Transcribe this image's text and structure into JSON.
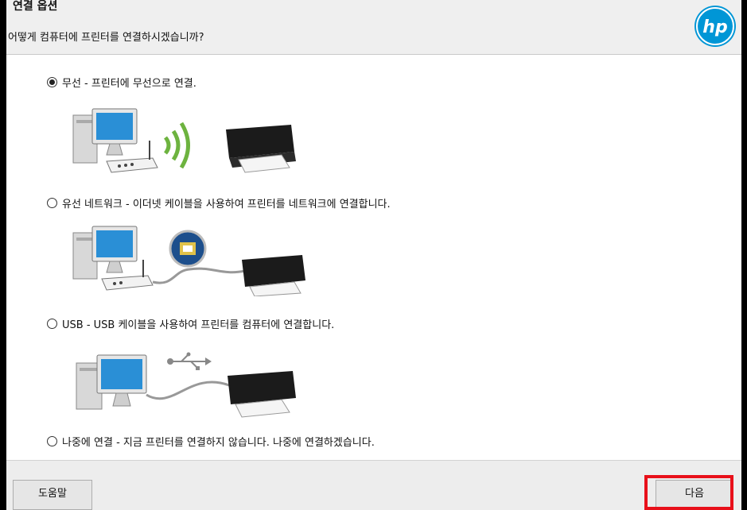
{
  "header": {
    "title": "연결 옵션",
    "question": "어떻게 컴퓨터에 프린터를 연결하시겠습니까?",
    "logo_text": "hp"
  },
  "options": [
    {
      "label": "무선 - 프린터에 무선으로 연결.",
      "selected": true
    },
    {
      "label": "유선 네트워크 - 이더넷 케이블을 사용하여 프린터를 네트워크에 연결합니다.",
      "selected": false
    },
    {
      "label": "USB - USB 케이블을 사용하여 프린터를 컴퓨터에 연결합니다.",
      "selected": false
    },
    {
      "label": "나중에 연결 - 지금 프린터를 연결하지 않습니다. 나중에 연결하겠습니다.",
      "selected": false
    }
  ],
  "footer": {
    "help_label": "도움말",
    "next_label": "다음"
  },
  "colors": {
    "hp_blue": "#0096d6",
    "wifi_green": "#6db33f",
    "highlight_red": "#e8101a"
  }
}
